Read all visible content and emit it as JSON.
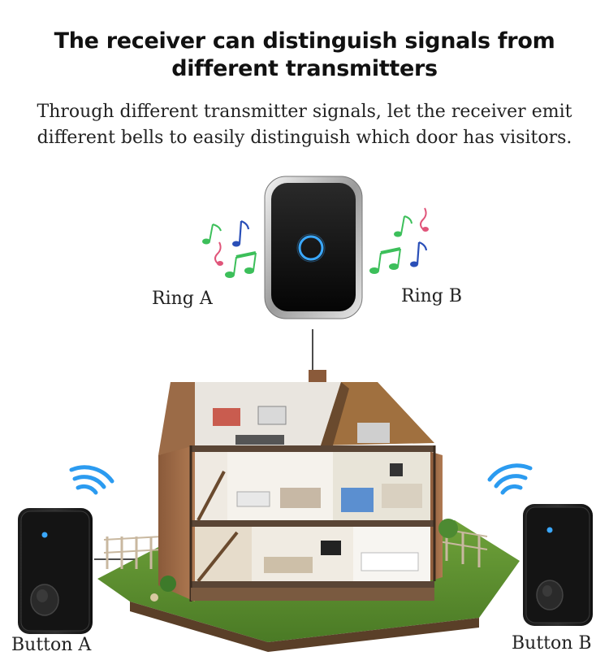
{
  "headline": {
    "line1": "The receiver can distinguish signals from",
    "line2": "different transmitters"
  },
  "subline": {
    "line1": "Through different transmitter signals, let the receiver emit",
    "line2": "different bells to easily distinguish which door has visitors."
  },
  "labels": {
    "ring_a": "Ring A",
    "ring_b": "Ring B",
    "button_a": "Button A",
    "button_b": "Button B"
  },
  "colors": {
    "receiver_ring": "#3aa8ff",
    "wifi": "#2b9bf0",
    "note_green": "#3cbf5a",
    "note_pink": "#e0557a",
    "note_blue": "#2a4fb8"
  },
  "icons": [
    "receiver-device-icon",
    "music-notes-icon",
    "wifi-signal-icon",
    "house-cutaway-icon",
    "doorbell-button-icon"
  ]
}
